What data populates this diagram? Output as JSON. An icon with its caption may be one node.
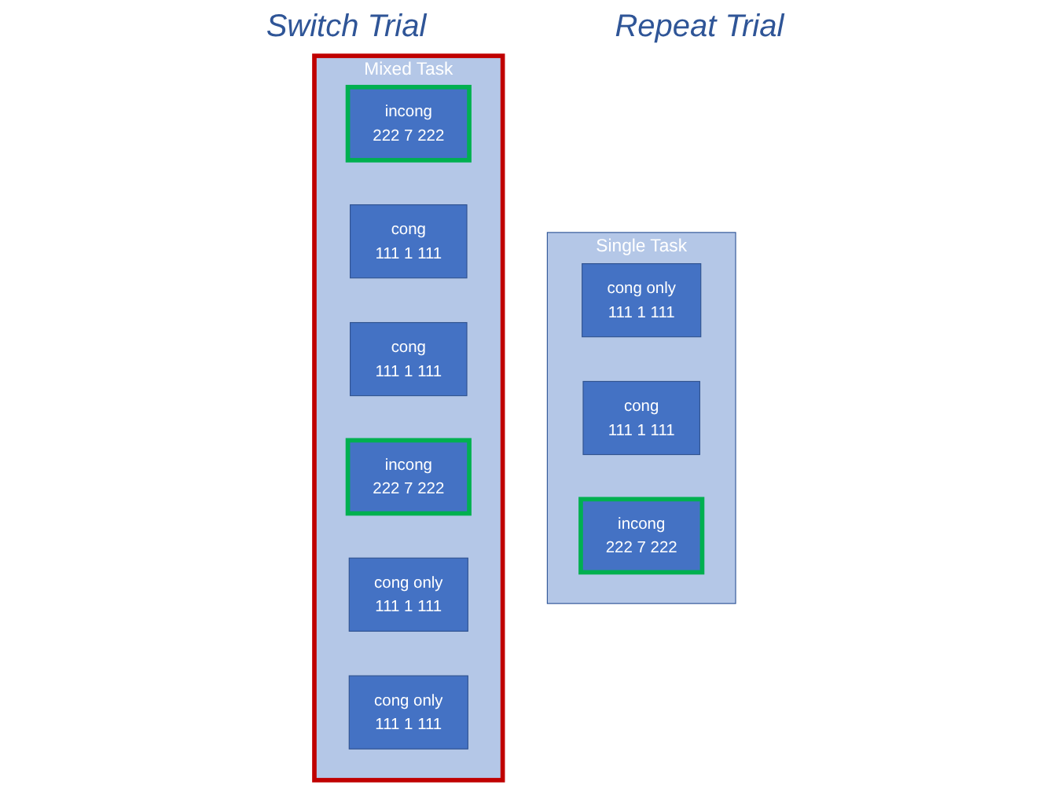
{
  "diagram": {
    "nodes": [
      {
        "text": [
          "Single Task"
        ]
      },
      {
        "text": [
          "cong only",
          "111 1 111"
        ],
        "in": 0
      },
      {
        "text": [
          "cong",
          "111 1 111"
        ],
        "in": 0
      },
      {
        "text": [
          "incong",
          "222 7 222"
        ],
        "in": 0
      },
      {
        "text": [
          "Mixed Task"
        ]
      },
      {
        "text": [
          "incong",
          "222 7 222"
        ],
        "in": 4
      },
      {
        "text": [
          "cong",
          "111 1 111"
        ],
        "in": 4
      },
      {
        "text": [
          "cong",
          "111 1 111"
        ],
        "in": 4
      },
      {
        "text": [
          "incong",
          "222 7 222"
        ],
        "in": 4
      },
      {
        "text": [
          "cong only",
          "111 1 111"
        ],
        "in": 4
      },
      {
        "text": [
          "cong only",
          "111 1 111"
        ],
        "in": 4
      }
    ],
    "edges": [],
    "labels": [
      "Switch Trial",
      "Repeat Trial"
    ]
  }
}
